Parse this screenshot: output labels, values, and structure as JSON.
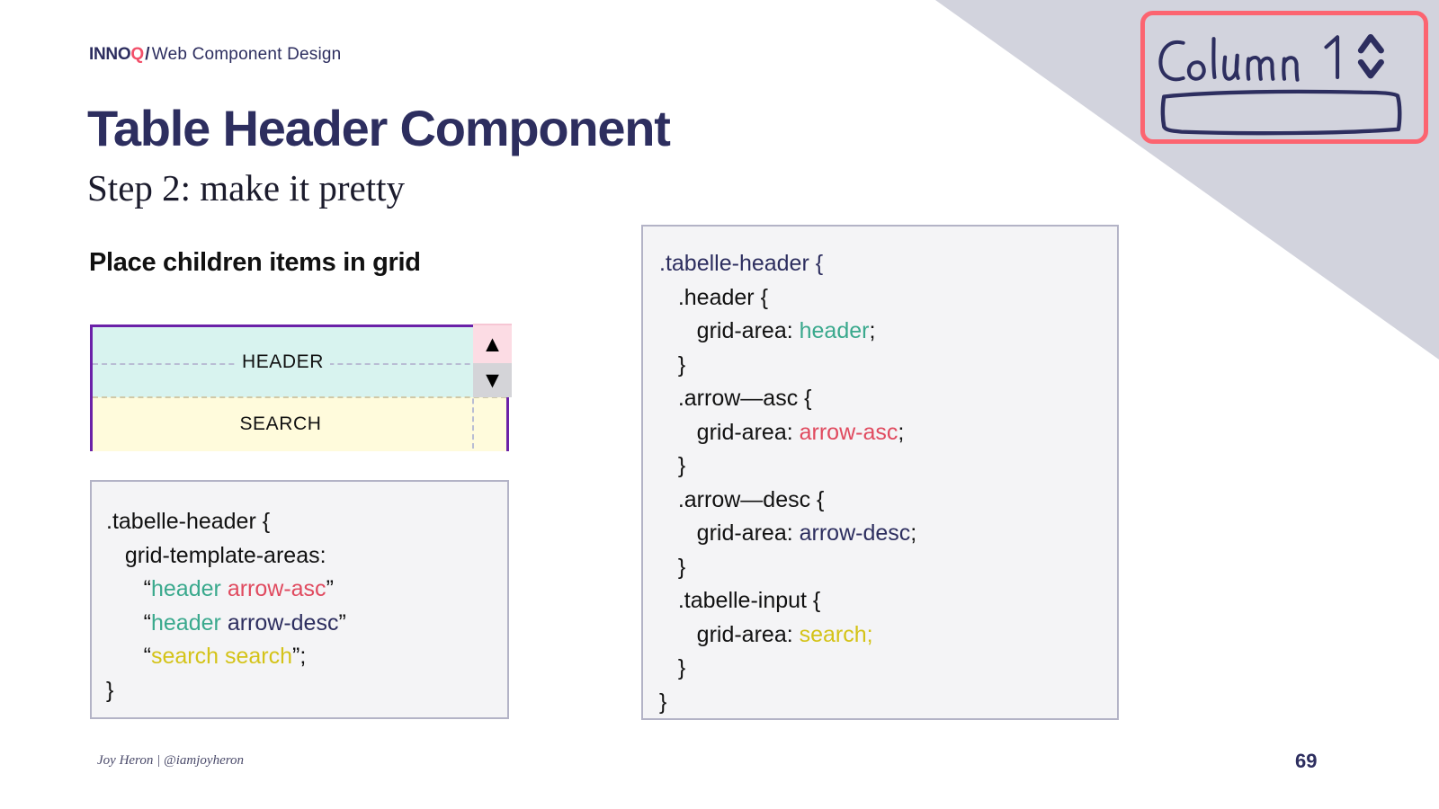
{
  "brand": {
    "logo_main": "INNO",
    "logo_accent": "Q",
    "separator": "/",
    "subtitle": "Web Component Design",
    "accent_color": "#f2506a",
    "navy_color": "#2d2e5f"
  },
  "header": {
    "title": "Table Header Component",
    "subtitle": "Step 2: make it pretty"
  },
  "section": {
    "heading": "Place children items in grid"
  },
  "grid_diagram": {
    "outer_border_color": "#6b21a8",
    "header_label": "HEADER",
    "header_bg": "#d8f3ef",
    "arrow_asc_glyph": "▲",
    "arrow_asc_bg": "#fcdce4",
    "arrow_desc_glyph": "▼",
    "arrow_desc_bg": "#d4d4d8",
    "search_label": "SEARCH",
    "search_bg": "#fffbdc",
    "track_line_color": "#b9bdd4"
  },
  "code_left": {
    "lines": [
      [
        {
          "t": ".tabelle-header {",
          "c": "plain"
        }
      ],
      [
        {
          "t": "   grid-template-areas:",
          "c": "plain"
        }
      ],
      [
        {
          "t": "      “",
          "c": "quote"
        },
        {
          "t": "header",
          "c": "header"
        },
        {
          "t": " ",
          "c": "plain"
        },
        {
          "t": "arrow-asc",
          "c": "asc"
        },
        {
          "t": "”",
          "c": "quote"
        }
      ],
      [
        {
          "t": "      “",
          "c": "quote"
        },
        {
          "t": "header",
          "c": "header"
        },
        {
          "t": " ",
          "c": "plain"
        },
        {
          "t": "arrow-desc",
          "c": "desc"
        },
        {
          "t": "”",
          "c": "quote"
        }
      ],
      [
        {
          "t": "      “",
          "c": "quote"
        },
        {
          "t": "search search",
          "c": "search"
        },
        {
          "t": "”;",
          "c": "quote"
        }
      ],
      [
        {
          "t": "}",
          "c": "plain"
        }
      ]
    ]
  },
  "code_right": {
    "lines": [
      [
        {
          "t": ".tabelle-header {",
          "c": "sel"
        }
      ],
      [
        {
          "t": "   .header {",
          "c": "plain"
        }
      ],
      [
        {
          "t": "      grid-area: ",
          "c": "plain"
        },
        {
          "t": "header",
          "c": "header"
        },
        {
          "t": ";",
          "c": "plain"
        }
      ],
      [
        {
          "t": "   }",
          "c": "plain"
        }
      ],
      [
        {
          "t": "   .arrow—asc {",
          "c": "plain"
        }
      ],
      [
        {
          "t": "      grid-area: ",
          "c": "plain"
        },
        {
          "t": "arrow-asc",
          "c": "asc"
        },
        {
          "t": ";",
          "c": "plain"
        }
      ],
      [
        {
          "t": "   }",
          "c": "plain"
        }
      ],
      [
        {
          "t": "   .arrow—desc {",
          "c": "plain"
        }
      ],
      [
        {
          "t": "      grid-area: ",
          "c": "plain"
        },
        {
          "t": "arrow-desc",
          "c": "desc"
        },
        {
          "t": ";",
          "c": "plain"
        }
      ],
      [
        {
          "t": "   }",
          "c": "plain"
        }
      ],
      [
        {
          "t": "   .tabelle-input {",
          "c": "plain"
        }
      ],
      [
        {
          "t": "      grid-area: ",
          "c": "plain"
        },
        {
          "t": "search;",
          "c": "search"
        }
      ],
      [
        {
          "t": "   }",
          "c": "plain"
        }
      ],
      [
        {
          "t": "}",
          "c": "plain"
        }
      ]
    ]
  },
  "annotation": {
    "sketch_text": "Column 1",
    "sketch_icon": "up-down-chevron",
    "frame_color": "#fc6470",
    "ink_color": "#2d2e5f",
    "backdrop_color": "#d2d3dd"
  },
  "footer": {
    "credit": "Joy Heron | @iamjoyheron",
    "page_number": "69"
  }
}
